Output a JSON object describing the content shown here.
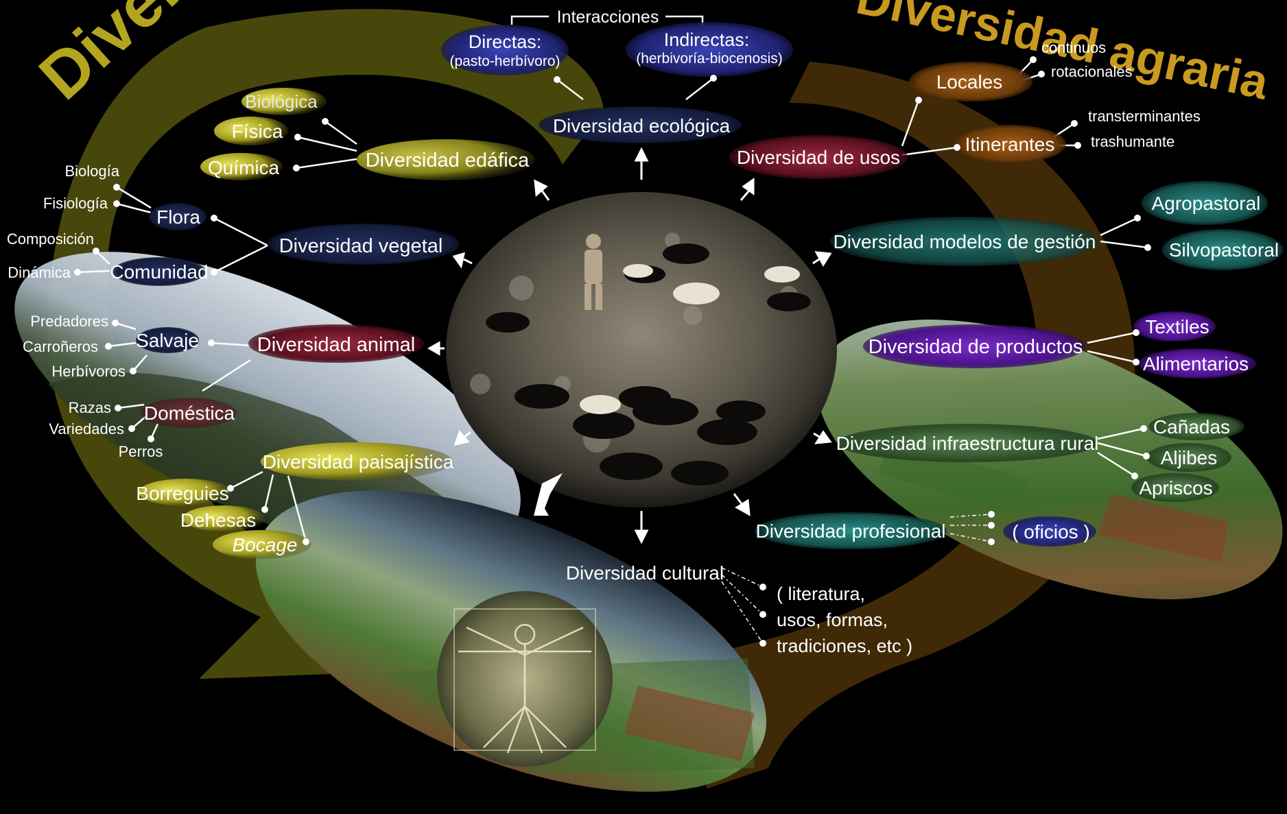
{
  "titles": {
    "left": "Diversidad",
    "right": "Diversidad agraria"
  },
  "center": {
    "interacciones": "Interacciones",
    "directas": "Directas:",
    "directas_sub": "(pasto-herbívoro)",
    "indirectas": "Indirectas:",
    "indirectas_sub": "(herbivoría-biocenosis)",
    "ecologica": "Diversidad  ecológica"
  },
  "edafica": {
    "title": "Diversidad  edáfica",
    "items": [
      "Biológica",
      "Física",
      "Química"
    ]
  },
  "vegetal": {
    "title": "Diversidad  vegetal",
    "flora": "Flora",
    "flora_items": [
      "Biología",
      "Fisiología"
    ],
    "comunidad": "Comunidad",
    "comunidad_items": [
      "Composición",
      "Dinámica"
    ]
  },
  "animal": {
    "title": "Diversidad animal",
    "salvaje": "Salvaje",
    "salvaje_items": [
      "Predadores",
      "Carroñeros",
      "Herbívoros"
    ],
    "domestica": "Doméstica",
    "domestica_items": [
      "Razas",
      "Variedades",
      "Perros"
    ]
  },
  "paisajistica": {
    "title": "Diversidad paisajística",
    "items": [
      "Borreguies",
      "Dehesas",
      "Bocage"
    ]
  },
  "cultural": {
    "title": "Diversidad cultural",
    "items": [
      "( literatura,",
      "usos, formas,",
      "tradiciones, etc )"
    ]
  },
  "profesional": {
    "title": "Diversidad profesional",
    "note": "( oficios )"
  },
  "usos": {
    "title": "Diversidad de usos",
    "locales": "Locales",
    "locales_items": [
      "continuos",
      "rotacionales"
    ],
    "itinerantes": "Itinerantes",
    "itinerantes_items": [
      "transterminantes",
      "trashumante"
    ]
  },
  "gestion": {
    "title": "Diversidad modelos de gestión",
    "items": [
      "Agropastoral",
      "Silvopastoral"
    ]
  },
  "productos": {
    "title": "Diversidad de productos",
    "items": [
      "Textiles",
      "Alimentarios"
    ]
  },
  "infraestructura": {
    "title": "Diversidad infraestructura rural",
    "items": [
      "Cañadas",
      "Aljibes",
      "Apriscos"
    ]
  },
  "colors": {
    "background": "#000000",
    "arrow_green": "#6b6b12",
    "arrow_orange": "#5a3a08",
    "title_gold": "#c9a227",
    "bubble_yellow": "#b9b52a",
    "bubble_blue": "#2a2f8a",
    "bubble_purple": "#6a1aa8",
    "bubble_teal": "#1f6f6a",
    "bubble_red": "#7a1830",
    "bubble_orange": "#8a4a10"
  }
}
